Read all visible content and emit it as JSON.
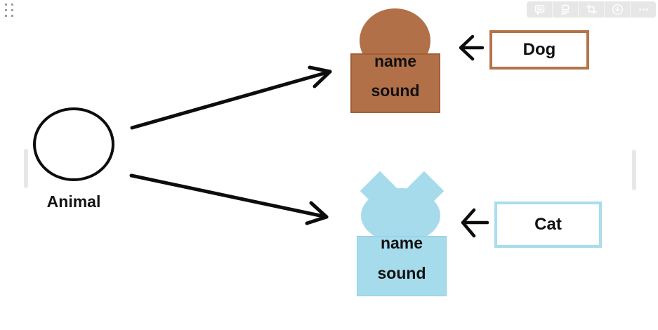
{
  "diagram": {
    "root": {
      "label": "Animal"
    },
    "dog": {
      "tag": "Dog",
      "name_field": "name",
      "sound_field": "sound"
    },
    "cat": {
      "tag": "Cat",
      "name_field": "name",
      "sound_field": "sound"
    }
  },
  "toolbar": {
    "icons": [
      "comment",
      "alt-text",
      "crop",
      "download",
      "more"
    ]
  },
  "colors": {
    "dog_fill": "#b27049",
    "dog_border": "#a35f36",
    "dog_box_border": "#b5734a",
    "cat_fill": "#a6dbec",
    "cat_box_border": "#a9dced",
    "ink": "#0d0d0d",
    "toolbar_bg": "#e7e7e7",
    "toolbar_icon": "#ffffff",
    "handle_gray": "#e7e7e7",
    "grip_gray": "#9e9e9e"
  }
}
